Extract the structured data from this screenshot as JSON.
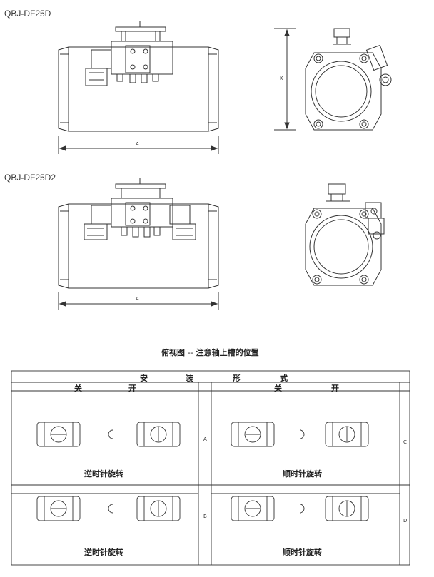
{
  "models": {
    "top": "QBJ-DF25D",
    "bottom": "QBJ-DF25D2"
  },
  "dimensions": {
    "length_label": "A",
    "height_label": "K"
  },
  "caption": {
    "main": "俯视图",
    "dash": "--",
    "note": "注意轴上槽的位置"
  },
  "table": {
    "title_chars": [
      "安",
      "装",
      "形",
      "式"
    ],
    "left_header": {
      "close": "关",
      "open": "开"
    },
    "right_header": {
      "close": "关",
      "open": "开"
    },
    "rows": [
      {
        "left_label": "逆时针旋转",
        "mid_letter": "A",
        "right_label": "顺时针旋转",
        "right_letter": "C"
      },
      {
        "left_label": "逆时针旋转",
        "mid_letter": "B",
        "right_label": "顺时针旋转",
        "right_letter": "D"
      }
    ]
  }
}
